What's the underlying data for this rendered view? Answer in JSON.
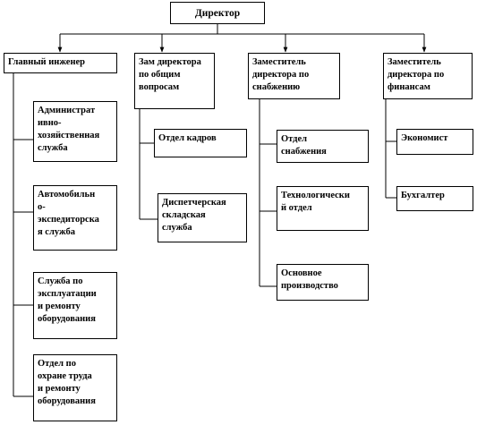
{
  "diagram": {
    "top": {
      "label": "Директор"
    },
    "branches": [
      {
        "head": "Главный инженер",
        "units": [
          "Администрат\nивно-\nхозяйственная\nслужба",
          "Автомобильн\nо-\nэкспедиторска\nя служба",
          "Служба по\nэксплуатации\nи ремонту\nоборудования",
          "Отдел по\nохране труда\nи ремонту\nоборудования"
        ]
      },
      {
        "head": "Зам директора\nпо общим\nвопросам",
        "units": [
          "Отдел кадров",
          "Диспетчерская\nскладская\nслужба"
        ]
      },
      {
        "head": "Заместитель\nдиректора по\nснабжению",
        "units": [
          "Отдел\nснабжения",
          "Технологически\nй отдел",
          "Основное\nпроизводство"
        ]
      },
      {
        "head": "Заместитель\nдиректора по\nфинансам",
        "units": [
          "Экономист",
          "Бухгалтер"
        ]
      }
    ]
  }
}
